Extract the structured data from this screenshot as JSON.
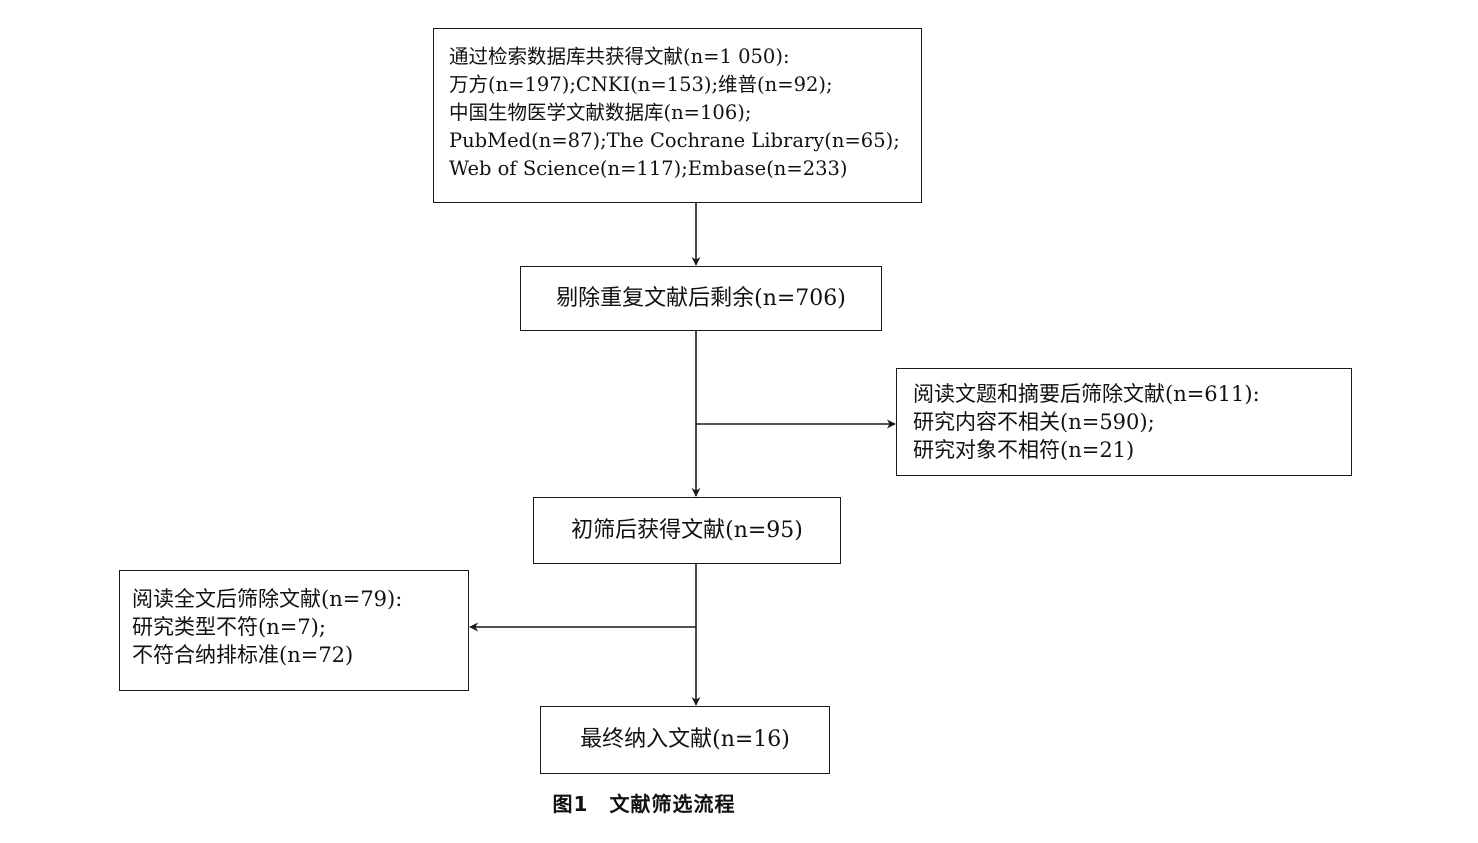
{
  "flowchart": {
    "search": {
      "lines": [
        "通过检索数据库共获得文献(n=1 050):",
        "万方(n=197);CNKI(n=153);维普(n=92);",
        "中国生物医学文献数据库(n=106);",
        "PubMed(n=87);The Cochrane Library(n=65);",
        "Web of Science(n=117);Embase(n=233)"
      ]
    },
    "dedup": {
      "text": "剔除重复文献后剩余(n=706)"
    },
    "title_abstract_exclusion": {
      "lines": [
        "阅读文题和摘要后筛除文献(n=611):",
        "研究内容不相关(n=590);",
        "研究对象不相符(n=21)"
      ]
    },
    "initial_screen": {
      "text": "初筛后获得文献(n=95)"
    },
    "full_text_exclusion": {
      "lines": [
        "阅读全文后筛除文献(n=79):",
        "研究类型不符(n=7);",
        "不符合纳排标准(n=72)"
      ]
    },
    "final": {
      "text": "最终纳入文献(n=16)"
    }
  },
  "caption": "图1　文献筛选流程",
  "colors": {
    "line": "#1a1a1a",
    "text": "#111111",
    "background": "#ffffff"
  }
}
